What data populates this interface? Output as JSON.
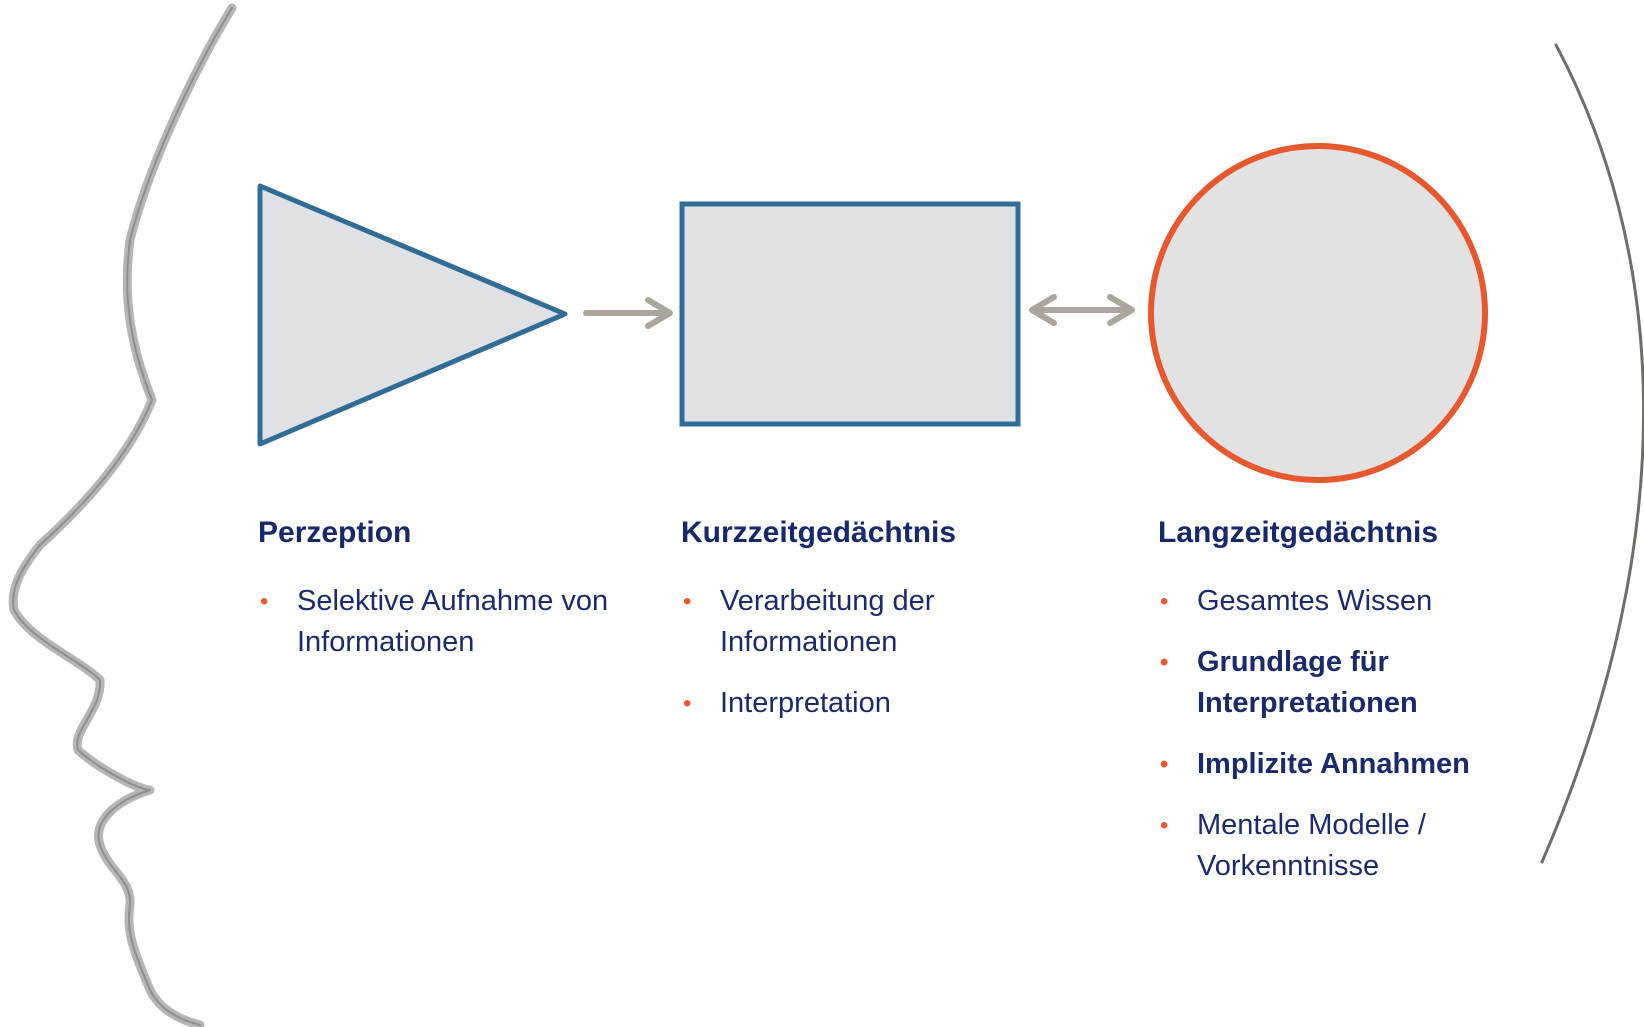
{
  "colors": {
    "primary_text": "#1b2a6b",
    "bullet": "#e8582e",
    "shape_fill": "#dfe1e4",
    "blue_outline": "#2f6d96",
    "orange_outline": "#e8582e",
    "arrow": "#aaa59d",
    "profile": "#b5b5b5",
    "arc": "#6e6e68"
  },
  "columns": [
    {
      "heading": "Perzeption",
      "shape": "triangle",
      "items": [
        {
          "text": "Selektive Aufnahme von Informationen",
          "strong": false
        }
      ]
    },
    {
      "heading": "Kurzzeitgedächtnis",
      "shape": "rectangle",
      "items": [
        {
          "text": "Verarbeitung der Informationen",
          "strong": false
        },
        {
          "text": "Interpretation",
          "strong": false
        }
      ]
    },
    {
      "heading": "Langzeitgedächtnis",
      "shape": "circle",
      "items": [
        {
          "text": "Gesamtes Wissen",
          "strong": false
        },
        {
          "text": "Grundlage für Interpretationen",
          "strong": true
        },
        {
          "text": "Implizite Annahmen",
          "strong": true
        },
        {
          "text": "Mentale Modelle / Vorkenntnisse",
          "strong": false
        }
      ]
    }
  ],
  "connectors": [
    {
      "from": "Perzeption",
      "to": "Kurzzeitgedächtnis",
      "direction": "forward"
    },
    {
      "from": "Kurzzeitgedächtnis",
      "to": "Langzeitgedächtnis",
      "direction": "both"
    }
  ]
}
